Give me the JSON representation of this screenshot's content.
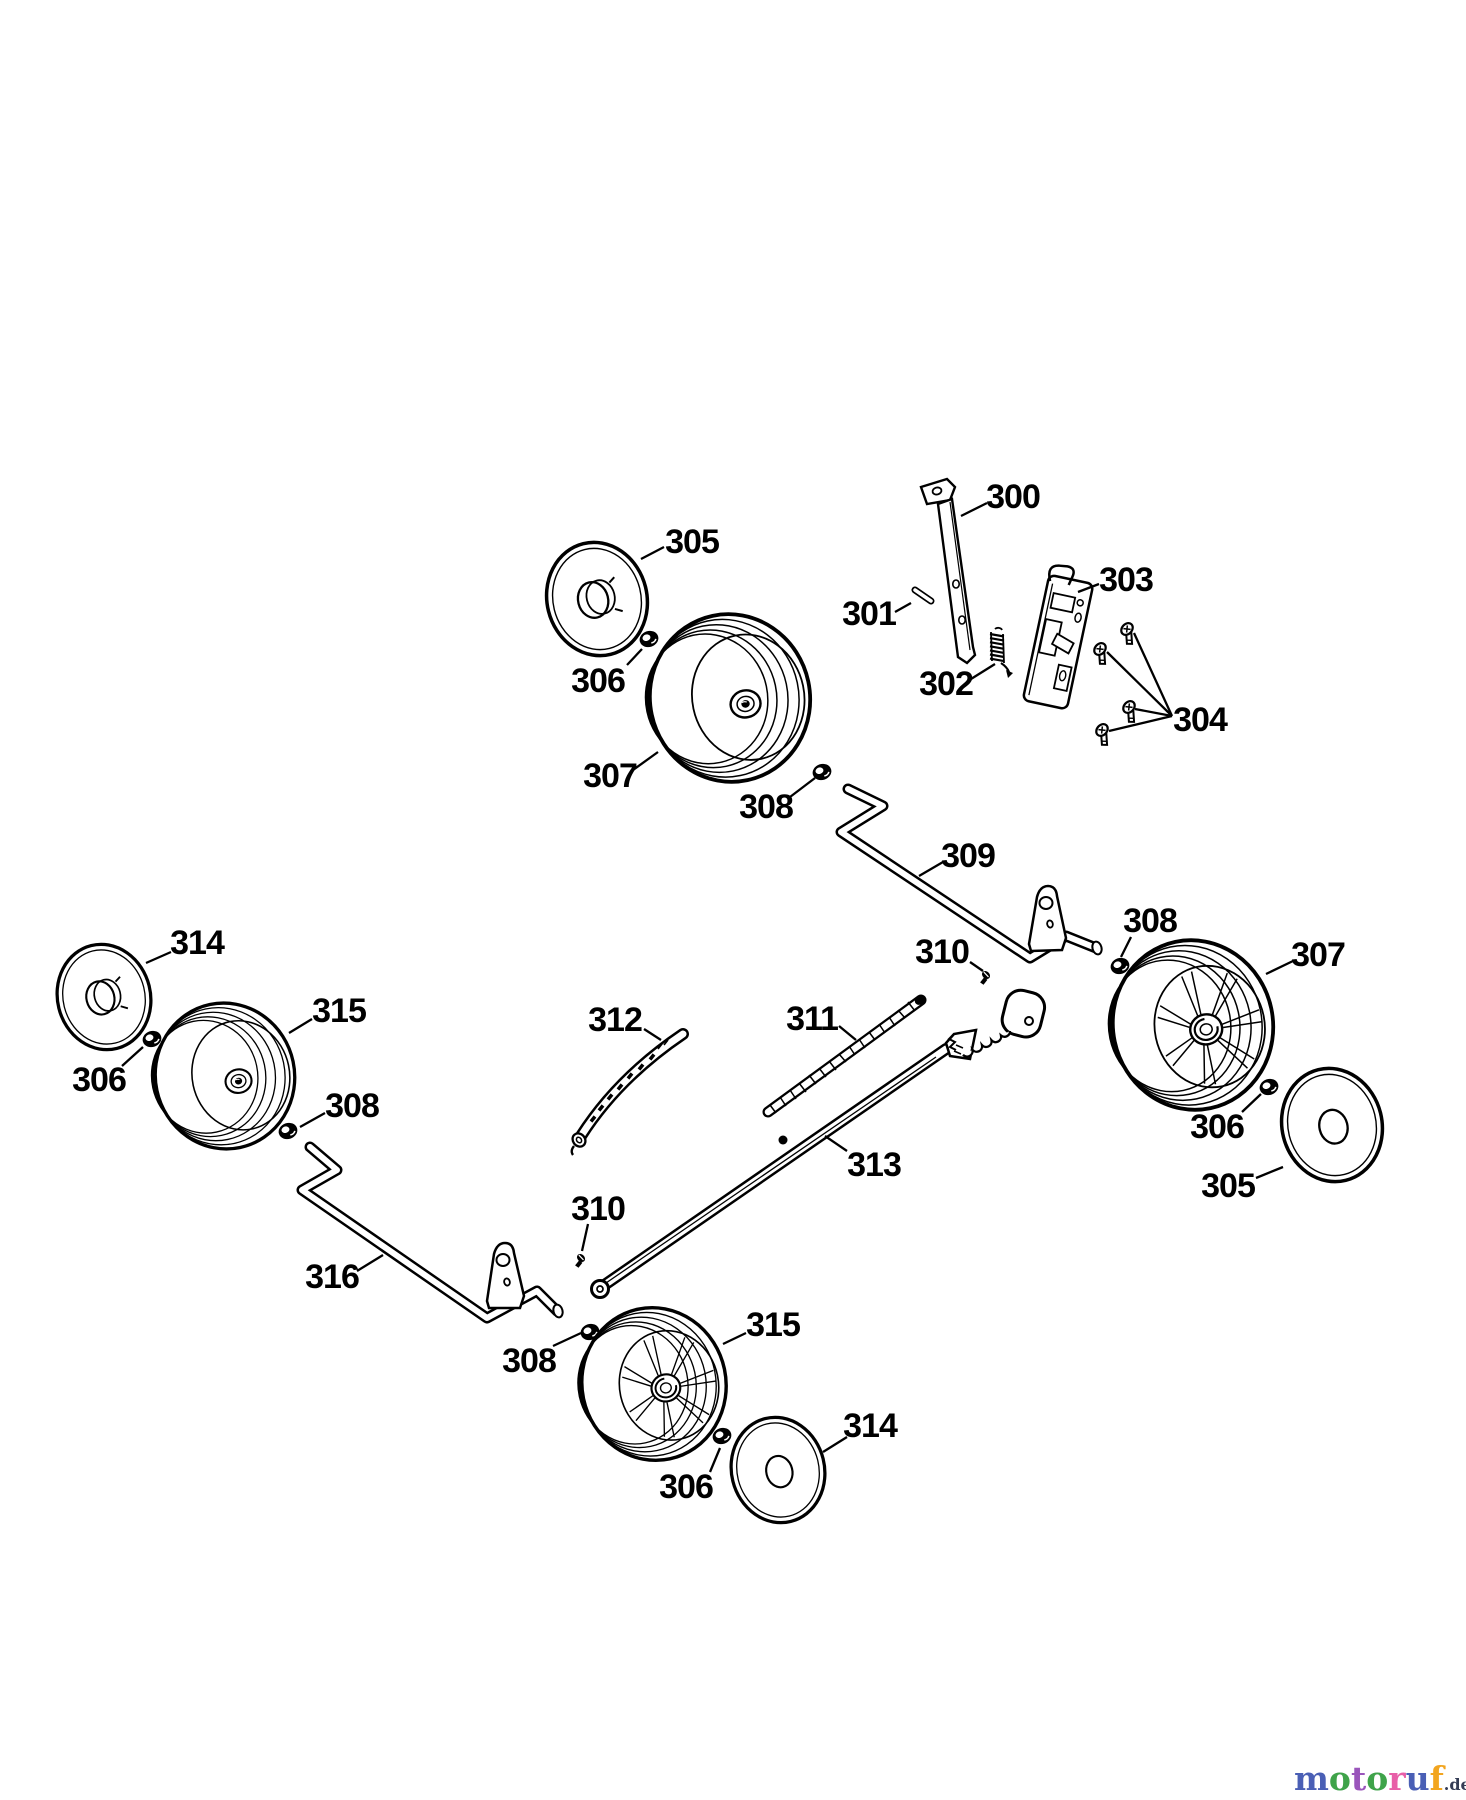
{
  "page": {
    "background": "#ffffff"
  },
  "diagram": {
    "callouts": [
      {
        "label": "305"
      },
      {
        "label": "306"
      },
      {
        "label": "307"
      },
      {
        "label": "308"
      },
      {
        "label": "300"
      },
      {
        "label": "301"
      },
      {
        "label": "302"
      },
      {
        "label": "303"
      },
      {
        "label": "304"
      },
      {
        "label": "309"
      },
      {
        "label": "310"
      },
      {
        "label": "308"
      },
      {
        "label": "307"
      },
      {
        "label": "306"
      },
      {
        "label": "305"
      },
      {
        "label": "311"
      },
      {
        "label": "312"
      },
      {
        "label": "313"
      },
      {
        "label": "310"
      },
      {
        "label": "308"
      },
      {
        "label": "316"
      },
      {
        "label": "315"
      },
      {
        "label": "306"
      },
      {
        "label": "314"
      },
      {
        "label": "314"
      },
      {
        "label": "306"
      },
      {
        "label": "315"
      },
      {
        "label": "308"
      }
    ]
  },
  "logo": {
    "letters": [
      {
        "ch": "m",
        "color": "#4a5fb5"
      },
      {
        "ch": "o",
        "color": "#3fa34a"
      },
      {
        "ch": "t",
        "color": "#9a55bb"
      },
      {
        "ch": "o",
        "color": "#3fa34a"
      },
      {
        "ch": "r",
        "color": "#e85fa8"
      },
      {
        "ch": "u",
        "color": "#4a5fb5"
      },
      {
        "ch": "f",
        "color": "#f2a51f"
      }
    ],
    "suffix": ".de",
    "suffix_color": "#343c55"
  }
}
